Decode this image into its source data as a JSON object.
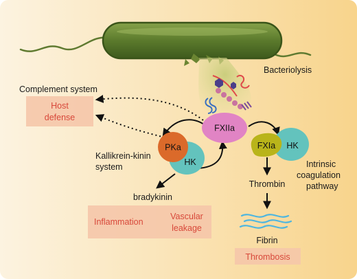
{
  "labels": {
    "bacteriolysis": "Bacteriolysis",
    "complement_system": "Complement system",
    "host_defense_line1": "Host",
    "host_defense_line2": "defense",
    "fxiia": "FXIIa",
    "pka": "PKa",
    "hk_left": "HK",
    "fxia": "FXIa",
    "hk_right": "HK",
    "kallikrein_line1": "Kallikrein-kinin",
    "kallikrein_line2": "system",
    "intrinsic_line1": "Intrinsic",
    "intrinsic_line2": "coagulation",
    "intrinsic_line3": "pathway",
    "thrombin": "Thrombin",
    "bradykinin": "bradykinin",
    "inflammation": "Inflammation",
    "vascular_line1": "Vascular",
    "vascular_line2": "leakage",
    "fibrin": "Fibrin",
    "thrombosis": "Thrombosis"
  },
  "colors": {
    "background_left": "#fbf1dc",
    "background_right": "#f8d68f",
    "bacterium": "#5b7a2c",
    "fxiia": "#e184c4",
    "pka": "#db6a2a",
    "hk": "#63c3bd",
    "fxia": "#b9b41a",
    "fibrin": "#4fb6df",
    "outcome_box": "#f5c5a8",
    "outcome_text": "#d8483a"
  }
}
